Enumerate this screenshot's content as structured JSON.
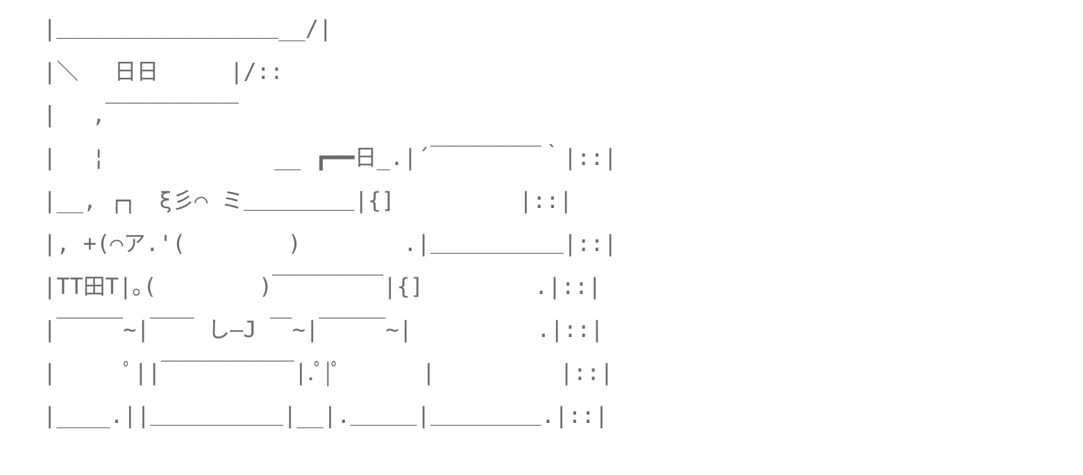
{
  "art": {
    "color": "#6b6b6b",
    "background": "#ffffff",
    "lines": [
      "|＿＿＿＿＿＿＿＿＿＿__/|",
      "|＼　 日日 　 　|/::",
      "|　 ,￣￣￣￣￣￣",
      "|　 ¦　　　　　　　 __ ┏━━日_.|´￣￣￣￣￣｀|::|",
      "|__, ┌┐　ξ彡⌒ ミ＿＿＿＿＿|{]　　　　 　|::|",
      "|, +(⌒ア.'(　　　　 ) 　　　　.|＿＿＿＿＿＿|::|",
      "|TT田T|｡(　　　　 )￣￣￣￣￣|{]　　　　　.|::|",
      "|￣￣￣~|￣￣ し―J ￣~|￣￣￣~|　　　　　 .|::|",
      "|　　　ﾟ||￣￣￣￣￣￣|.ﾟ|ﾟ　　　 |　　　　　 |::|",
      "|____.||＿＿＿＿＿＿|__|.＿＿＿|＿＿＿＿＿.|::|"
    ]
  }
}
